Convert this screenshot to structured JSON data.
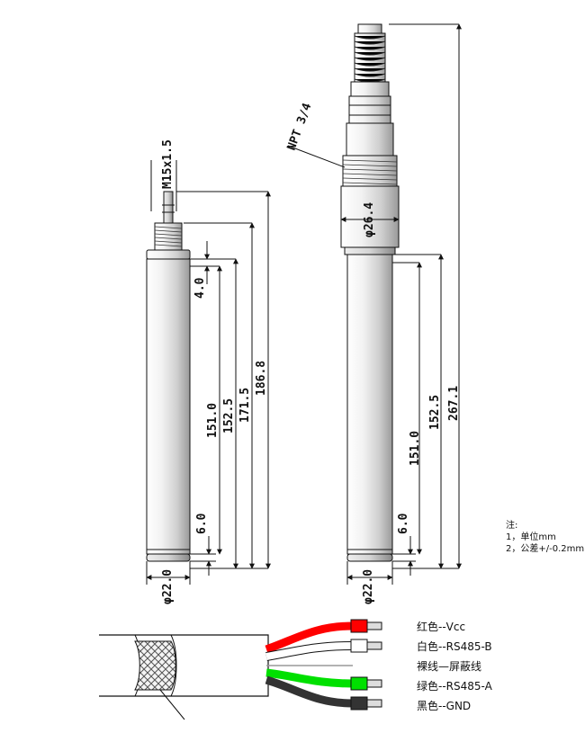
{
  "left_sensor": {
    "thread_label": "M15x1.5",
    "dims": {
      "d_4_0": "4.0",
      "d_151_0": "151.0",
      "d_152_5": "152.5",
      "d_171_5": "171.5",
      "d_186_8": "186.8",
      "d_6_0": "6.0",
      "diameter": "φ22.0"
    }
  },
  "right_sensor": {
    "thread_label": "NPT 3/4",
    "dims": {
      "hex_diameter": "φ26.4",
      "d_151_0": "151.0",
      "d_152_5": "152.5",
      "d_267_1": "267.1",
      "d_6_0": "6.0",
      "diameter": "φ22.0"
    }
  },
  "notes": {
    "title": "注:",
    "line1": "1，单位mm",
    "line2": "2，公差+/-0.2mm"
  },
  "wires": [
    {
      "label": "红色--Vcc",
      "color": "#ff0000"
    },
    {
      "label": "白色--RS485-B",
      "color": "#ffffff"
    },
    {
      "label": "裸线—屏蔽线",
      "color": "#aaaaaa"
    },
    {
      "label": "绿色--RS485-A",
      "color": "#00e000"
    },
    {
      "label": "黑色--GND",
      "color": "#333333"
    }
  ]
}
